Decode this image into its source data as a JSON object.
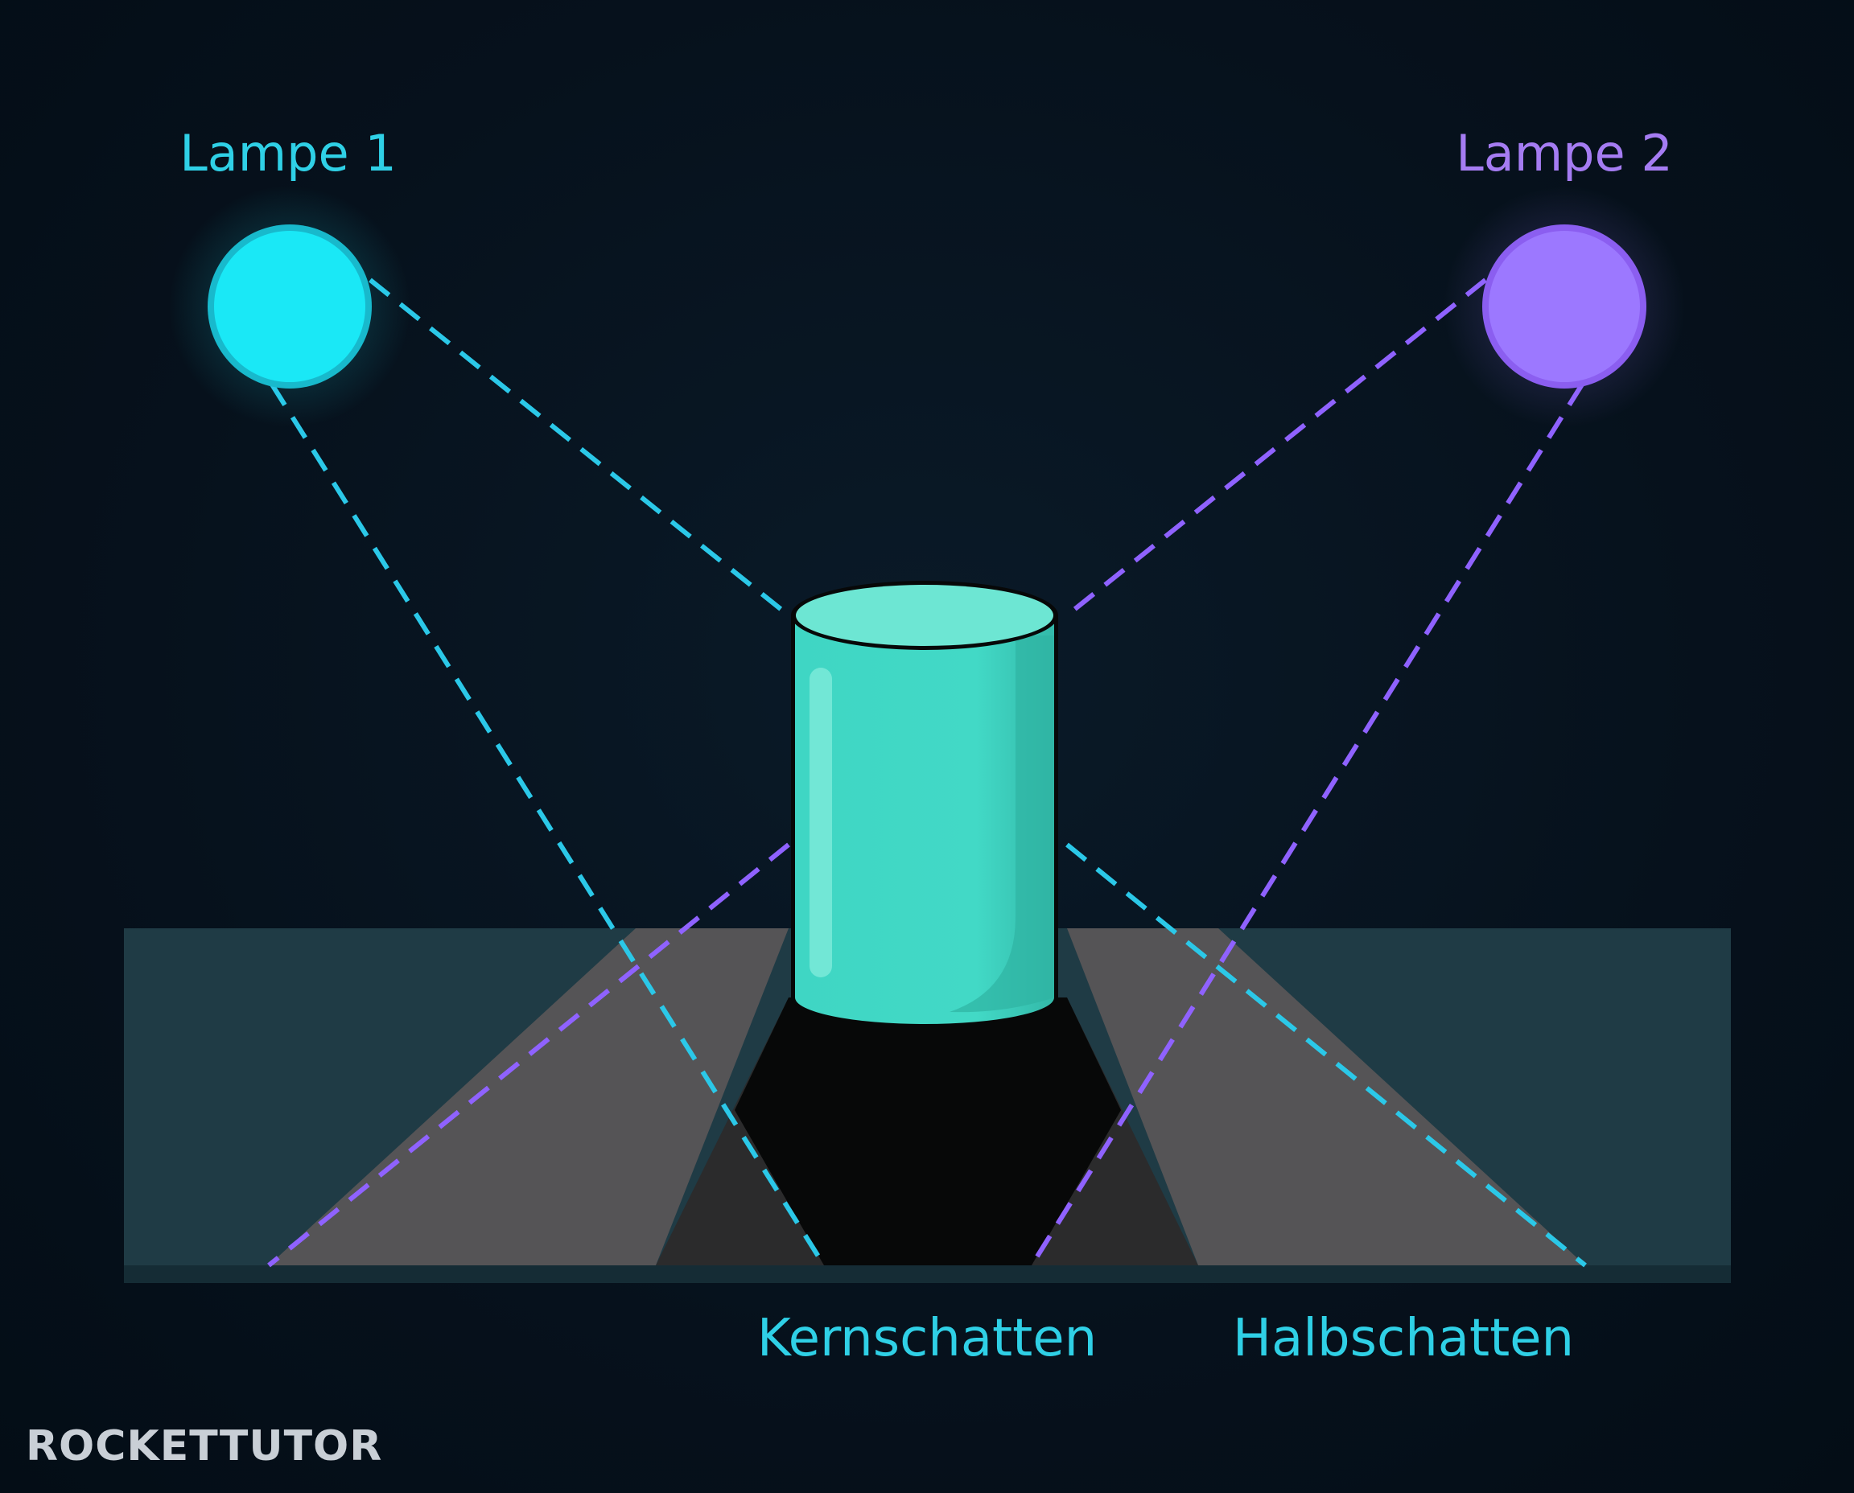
{
  "labels": {
    "lamp1": "Lampe 1",
    "lamp2": "Lampe 2",
    "umbra": "Kernschatten",
    "penumbra": "Halbschatten"
  },
  "logo": {
    "text": "ROCKETTUTOR"
  },
  "colors": {
    "background": "#06121e",
    "lamp1": "#22e6f5",
    "lamp1_label": "#2fd0e6",
    "lamp2": "#9b78ff",
    "lamp2_label": "#a57cf2",
    "cylinder": "#40d8c4",
    "ground": "#1f3b45",
    "penumbra": "#555456",
    "umbra": "#070808",
    "ray1": "#2bc8e8",
    "ray2": "#8f62ff"
  },
  "icons": {
    "lamp1": "light-bulb-glow",
    "lamp2": "light-bulb-glow",
    "object": "cylinder"
  }
}
